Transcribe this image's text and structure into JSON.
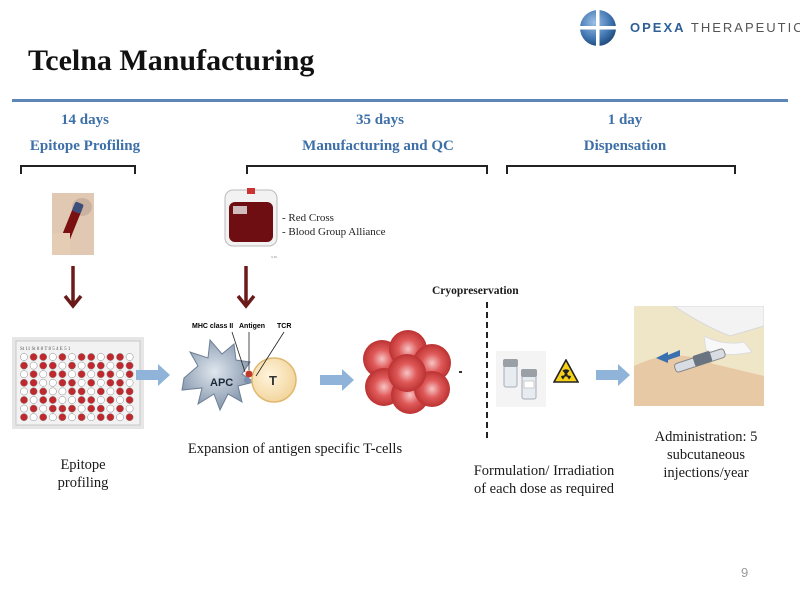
{
  "logo": {
    "brand": "OPEXA",
    "suffix": " THERAPEUTICS"
  },
  "title": "Tcelna Manufacturing",
  "phases": [
    {
      "days": "14 days",
      "name": "Epitope Profiling"
    },
    {
      "days": "35 days",
      "name": "Manufacturing and QC"
    },
    {
      "days": "1 day",
      "name": "Dispensation"
    }
  ],
  "blood_sources": [
    "- Red Cross",
    "- Blood Group Alliance"
  ],
  "cryo_label": "Cryopreservation",
  "diagram_labels": {
    "mhc": "MHC class II",
    "antigen": "Antigen",
    "tcr": "TCR",
    "apc": "APC",
    "t": "T"
  },
  "captions": {
    "epitope": "Epitope profiling",
    "expansion": "Expansion of antigen specific T-cells",
    "formulation": "Formulation/ Irradiation of each dose as required",
    "administration": "Administration: 5 subcutaneous injections/year"
  },
  "page_number": "9"
}
